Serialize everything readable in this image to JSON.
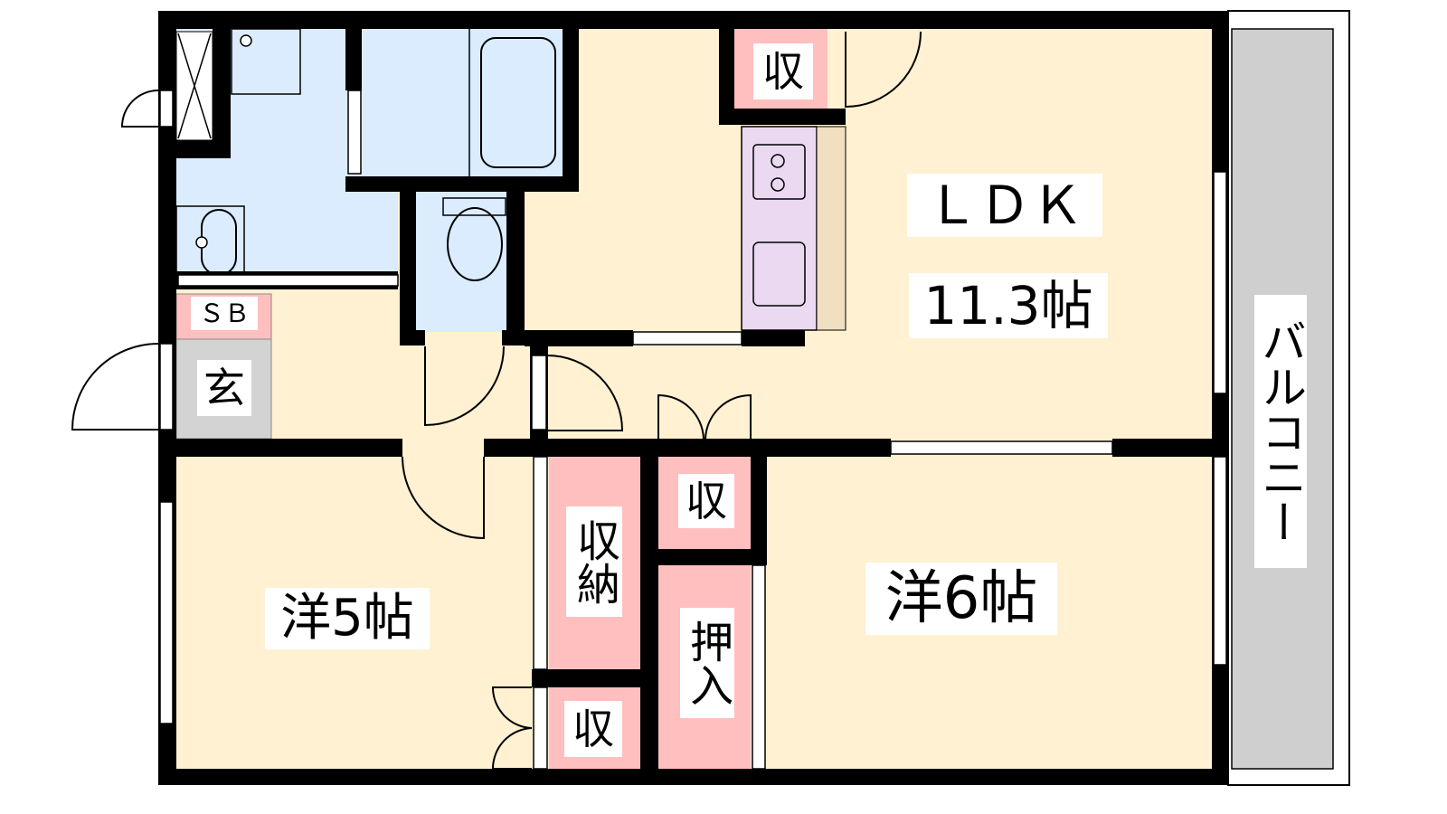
{
  "rooms": {
    "ldk_name": "ＬＤＫ",
    "ldk_size": "11.3帖",
    "western5": "洋5帖",
    "western6": "洋6帖",
    "storage_top": "収",
    "storage_mid": "収",
    "storage_small": "収",
    "storage_closet": "収納",
    "oshiire": "押入",
    "shoe_box": "ＳＢ",
    "entrance": "玄",
    "balcony": "バルコニー"
  },
  "colors": {
    "wet_area": "#dbecff",
    "living": "#fff1d2",
    "storage": "#ffbfbf",
    "entrance": "#d3d3d3",
    "kitchen": "#ead9f1",
    "balcony": "#cfcfcf",
    "wall": "#000000"
  }
}
